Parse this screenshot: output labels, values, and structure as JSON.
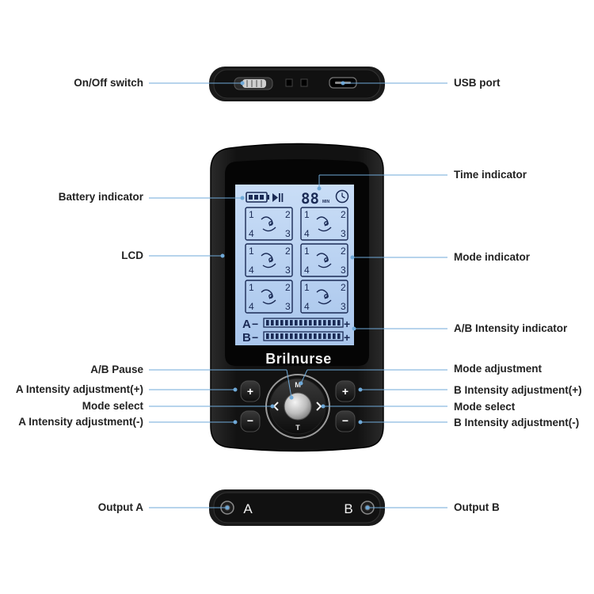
{
  "brand": "Brilnurse",
  "callouts": {
    "on_off_switch": "On/Off switch",
    "usb_port": "USB port",
    "time_indicator": "Time indicator",
    "battery_indicator": "Battery indicator",
    "lcd": "LCD",
    "mode_indicator": "Mode indicator",
    "ab_intensity_indicator": "A/B Intensity indicator",
    "ab_pause": "A/B Pause",
    "mode_adjustment": "Mode adjustment",
    "a_intensity_up": "A Intensity adjustment(+)",
    "b_intensity_up": "B Intensity adjustment(+)",
    "mode_select_left": "Mode select",
    "mode_select_right": "Mode select",
    "a_intensity_down": "A Intensity adjustment(-)",
    "b_intensity_down": "B Intensity adjustment(-)",
    "output_a": "Output A",
    "output_b": "Output B"
  },
  "lcd_screen": {
    "timer_digits": "88",
    "timer_unit": "MIN",
    "channel_a": "A",
    "channel_b": "B",
    "minus": "−",
    "plus": "+",
    "zone_numbers": [
      "1",
      "2",
      "4",
      "3"
    ]
  },
  "buttons": {
    "mode_m": "M",
    "mode_t": "T",
    "plus": "+",
    "minus": "−"
  },
  "ports": {
    "label_a": "A",
    "label_b": "B"
  },
  "colors": {
    "lcd_background": "#b9d3f2",
    "lcd_ink": "#1a2a55",
    "device_body": "#111111",
    "callout_line": "#6fa9d8",
    "label_text": "#222222"
  },
  "icons": {
    "battery": "battery-icon",
    "play_pause": "play-pause-icon",
    "clock": "clock-icon"
  }
}
